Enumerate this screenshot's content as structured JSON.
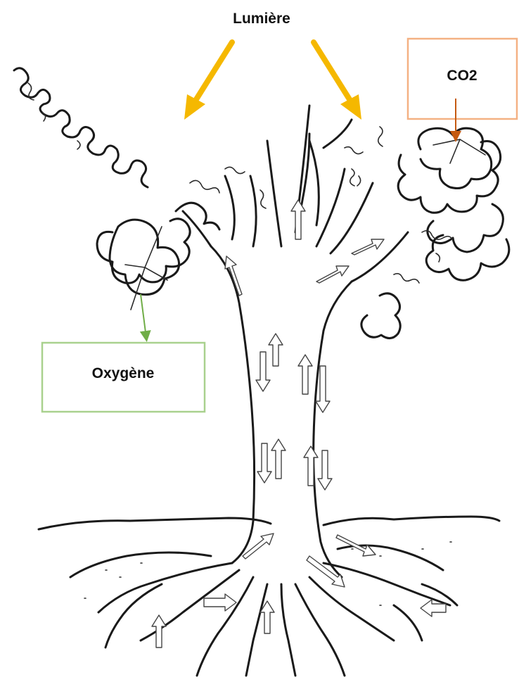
{
  "labels": {
    "light": "Lumière",
    "co2": "CO2",
    "oxygen": "Oxygène"
  },
  "colors": {
    "light_arrow": "#F5B800",
    "co2_box_border": "#F4B183",
    "co2_arrow": "#C55A11",
    "oxygen_box_border": "#A9D18E",
    "oxygen_arrow": "#70AD47",
    "ink": "#1a1a1a"
  }
}
